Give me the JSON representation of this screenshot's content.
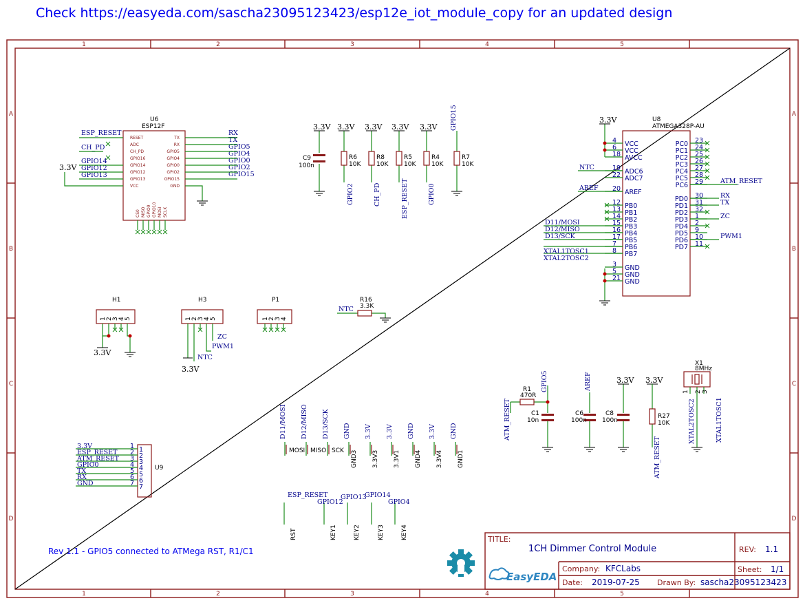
{
  "banner": "Check https://easyeda.com/sascha23095123423/esp12e_iot_module_copy for an updated design",
  "frame": {
    "columns": [
      "1",
      "2",
      "3",
      "4",
      "5"
    ],
    "rows": [
      "A",
      "B",
      "C",
      "D"
    ]
  },
  "u6": {
    "ref": "U6",
    "value": "ESP12F",
    "left_pins": [
      "RESET",
      "ADC",
      "CH_PD",
      "GPIO16",
      "GPIO14",
      "GPIO12",
      "GPIO13",
      "VCC"
    ],
    "right_pins": [
      "TX",
      "RX",
      "GPIO5",
      "GPIO4",
      "GPIO0",
      "GPIO2",
      "GPIO15",
      "GND"
    ],
    "bottom_pins": [
      "CS0",
      "MISO",
      "GPIO9",
      "GPIO10",
      "MOSI",
      "SCLK"
    ],
    "left_nets": [
      "ESP_RESET",
      "CH_PD",
      "GPIO14",
      "GPIO12",
      "GPIO13"
    ],
    "right_nets": [
      "RX",
      "TX",
      "GPIO5",
      "GPIO4",
      "GPIO0",
      "GPIO2",
      "GPIO15"
    ],
    "power": "3.3V"
  },
  "pullups": {
    "power": "3.3V",
    "c9": {
      "ref": "C9",
      "value": "100n"
    },
    "resistors": [
      {
        "ref": "R6",
        "value": "10K",
        "net": "GPIO2"
      },
      {
        "ref": "R8",
        "value": "10K",
        "net": "CH_PD"
      },
      {
        "ref": "R5",
        "value": "10K",
        "net": "ESP_RESET"
      },
      {
        "ref": "R4",
        "value": "10K",
        "net": "GPIO0"
      },
      {
        "ref": "R7",
        "value": "10K",
        "net": "GPIO15"
      }
    ]
  },
  "u8": {
    "ref": "U8",
    "value": "ATMEGA328P-AU",
    "power": "3.3V",
    "left_pins": [
      {
        "num": "4",
        "name": "VCC"
      },
      {
        "num": "6",
        "name": "VCC"
      },
      {
        "num": "18",
        "name": "AVCC"
      },
      {
        "num": "19",
        "name": "ADC6"
      },
      {
        "num": "22",
        "name": "ADC7"
      },
      {
        "num": "20",
        "name": "AREF"
      },
      {
        "num": "12",
        "name": "PB0"
      },
      {
        "num": "13",
        "name": "PB1"
      },
      {
        "num": "14",
        "name": "PB2"
      },
      {
        "num": "15",
        "name": "PB3"
      },
      {
        "num": "16",
        "name": "PB4"
      },
      {
        "num": "17",
        "name": "PB5"
      },
      {
        "num": "7",
        "name": "PB6"
      },
      {
        "num": "8",
        "name": "PB7"
      },
      {
        "num": "3",
        "name": "GND"
      },
      {
        "num": "5",
        "name": "GND"
      },
      {
        "num": "21",
        "name": "GND"
      }
    ],
    "right_pins": [
      {
        "num": "23",
        "name": "PC0"
      },
      {
        "num": "24",
        "name": "PC1"
      },
      {
        "num": "25",
        "name": "PC2"
      },
      {
        "num": "26",
        "name": "PC3"
      },
      {
        "num": "27",
        "name": "PC4"
      },
      {
        "num": "28",
        "name": "PC5"
      },
      {
        "num": "29",
        "name": "PC6"
      },
      {
        "num": "30",
        "name": "PD0"
      },
      {
        "num": "31",
        "name": "PD1"
      },
      {
        "num": "32",
        "name": "PD2"
      },
      {
        "num": "1",
        "name": "PD3"
      },
      {
        "num": "2",
        "name": "PD4"
      },
      {
        "num": "9",
        "name": "PD5"
      },
      {
        "num": "10",
        "name": "PD6"
      },
      {
        "num": "11",
        "name": "PD7"
      }
    ],
    "left_nets": [
      "NTC",
      "AREF",
      "D11/MOSI",
      "D12/MISO",
      "D13/SCK",
      "XTAL1TOSC1",
      "XTAL2TOSC2"
    ],
    "right_nets": [
      "ATM_RESET",
      "RX",
      "TX",
      "ZC",
      "PWM1"
    ]
  },
  "headers": {
    "h1": {
      "ref": "H1",
      "pins": [
        "1",
        "2",
        "3",
        "4",
        "5"
      ],
      "power": "3.3V"
    },
    "h3": {
      "ref": "H3",
      "pins": [
        "1",
        "2",
        "3",
        "4",
        "5"
      ],
      "power": "3.3V",
      "nets": [
        "NTC",
        "PWM1",
        "ZC"
      ]
    },
    "p1": {
      "ref": "P1",
      "pins": [
        "1",
        "2",
        "3",
        "4"
      ]
    }
  },
  "r16": {
    "ref": "R16",
    "value": "3.3K",
    "net": "NTC"
  },
  "u9": {
    "ref": "U9",
    "nets": [
      "3.3V",
      "ESP_RESET",
      "ATM_RESET",
      "GPIO0",
      "TX",
      "RX",
      "GND"
    ],
    "pins": [
      "1",
      "2",
      "3",
      "4",
      "5",
      "6",
      "7"
    ]
  },
  "testpads": [
    {
      "net": "D11/MOSI",
      "label": "MOSI"
    },
    {
      "net": "D12/MISO",
      "label": "MISO"
    },
    {
      "net": "D13/SCK",
      "label": "SCK"
    },
    {
      "net": "GND",
      "label": "GND3"
    },
    {
      "net": "3.3V",
      "label": "3.3V3"
    },
    {
      "net": "3.3V",
      "label": "3.3V1"
    },
    {
      "net": "GND",
      "label": "GND4"
    },
    {
      "net": "3.3V",
      "label": "3.3V4"
    },
    {
      "net": "GND",
      "label": "GND1"
    }
  ],
  "keys": [
    {
      "net": "ESP_RESET",
      "label": "RST"
    },
    {
      "net": "GPIO12",
      "label": "KEY1"
    },
    {
      "net": "GPIO13",
      "label": "KEY2"
    },
    {
      "net": "GPIO14",
      "label": "KEY3"
    },
    {
      "net": "GPIO4",
      "label": "KEY4"
    }
  ],
  "reset_circuit": {
    "r1": {
      "ref": "R1",
      "value": "470R"
    },
    "c1": {
      "ref": "C1",
      "value": "10n"
    },
    "net_in": "ATM_RESET",
    "net_out": "GPIO5"
  },
  "caps": [
    {
      "ref": "C6",
      "value": "100n",
      "net": "AREF"
    },
    {
      "ref": "C8",
      "value": "100n",
      "power": "3.3V"
    }
  ],
  "r27": {
    "ref": "R27",
    "value": "10K",
    "power": "3.3V",
    "net": "ATM_RESET"
  },
  "x1": {
    "ref": "X1",
    "value": "8MHz",
    "pins": [
      "1",
      "2",
      "3"
    ],
    "nets": [
      "XTAL2TOSC2",
      "XTAL1TOSC1"
    ]
  },
  "note": "Rev 1.1 - GPIO5 connected to ATMega RST, R1/C1",
  "title_block": {
    "title_label": "TITLE:",
    "title": "1CH Dimmer Control Module",
    "rev_label": "REV:",
    "rev": "1.1",
    "company_label": "Company:",
    "company": "KFCLabs",
    "sheet_label": "Sheet:",
    "sheet": "1/1",
    "date_label": "Date:",
    "date": "2019-07-25",
    "drawn_label": "Drawn By:",
    "drawn": "sascha23095123423",
    "logo_text": "EasyEDA"
  }
}
